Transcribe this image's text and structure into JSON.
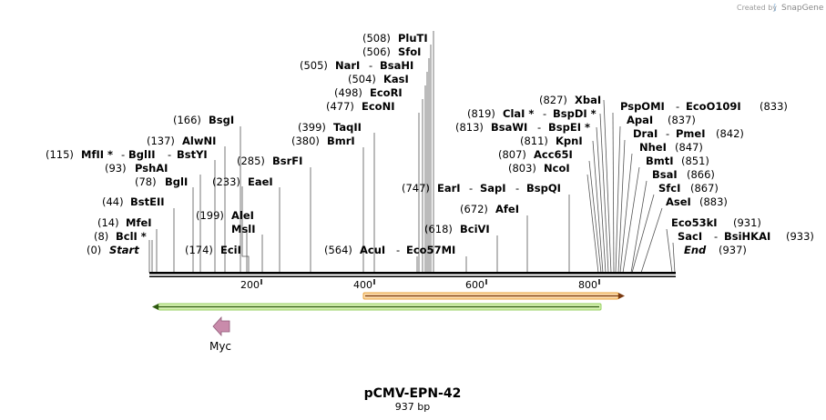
{
  "watermark": {
    "prefix": "Created by",
    "brand": "SnapGene"
  },
  "plasmid": {
    "name": "pCMV-EPN-42",
    "length_label": "937 bp"
  },
  "ruler": {
    "ticks": [
      "200",
      "400",
      "600",
      "800"
    ]
  },
  "features": [
    {
      "name": "Myc",
      "label": "Myc",
      "color": "#c887a8"
    },
    {
      "name": "orange-arrow",
      "label": "",
      "color": "#f2a23c"
    },
    {
      "name": "green-arrow",
      "label": "",
      "color": "#a8d878"
    }
  ],
  "sites": [
    {
      "pos": "(508)",
      "names": [
        "PluTI"
      ]
    },
    {
      "pos": "(506)",
      "names": [
        "SfoI"
      ]
    },
    {
      "pos": "(505)",
      "names": [
        "NarI",
        "BsaHI"
      ]
    },
    {
      "pos": "(504)",
      "names": [
        "KasI"
      ]
    },
    {
      "pos": "(498)",
      "names": [
        "EcoRI"
      ]
    },
    {
      "pos": "(477)",
      "names": [
        "EcoNI"
      ]
    },
    {
      "pos": "(399)",
      "names": [
        "TaqII"
      ]
    },
    {
      "pos": "(380)",
      "names": [
        "BmrI"
      ]
    },
    {
      "pos": "(166)",
      "names": [
        "BsgI"
      ]
    },
    {
      "pos": "(137)",
      "names": [
        "AlwNI"
      ]
    },
    {
      "pos": "(115)",
      "names": [
        "MfII *",
        "BglII",
        "BstYI"
      ]
    },
    {
      "pos": "(93)",
      "names": [
        "PshAI"
      ]
    },
    {
      "pos": "(285)",
      "names": [
        "BsrFI"
      ]
    },
    {
      "pos": "(78)",
      "names": [
        "BglI"
      ]
    },
    {
      "pos": "(233)",
      "names": [
        "EaeI"
      ]
    },
    {
      "pos": "(44)",
      "names": [
        "BstEII"
      ]
    },
    {
      "pos": "(199)",
      "names": [
        "AleI"
      ]
    },
    {
      "pos": "(14)",
      "names": [
        "MfeI"
      ]
    },
    {
      "pos": "",
      "names": [
        "MslI"
      ]
    },
    {
      "pos": "(8)",
      "names": [
        "BclI *"
      ]
    },
    {
      "pos": "(0)",
      "names": [
        "Start"
      ]
    },
    {
      "pos": "(174)",
      "names": [
        "EciI"
      ]
    },
    {
      "pos": "(564)",
      "names": [
        "AcuI",
        "Eco57MI"
      ]
    },
    {
      "pos": "(747)",
      "names": [
        "EarI",
        "SapI",
        "BspQI"
      ]
    },
    {
      "pos": "(672)",
      "names": [
        "AfeI"
      ]
    },
    {
      "pos": "(618)",
      "names": [
        "BciVI"
      ]
    },
    {
      "pos": "(827)",
      "names": [
        "XbaI"
      ]
    },
    {
      "pos": "(819)",
      "names": [
        "ClaI *",
        "BspDI *"
      ]
    },
    {
      "pos": "(813)",
      "names": [
        "BsaWI",
        "BspEI *"
      ]
    },
    {
      "pos": "(811)",
      "names": [
        "KpnI"
      ]
    },
    {
      "pos": "(807)",
      "names": [
        "Acc65I"
      ]
    },
    {
      "pos": "(803)",
      "names": [
        "NcoI"
      ]
    },
    {
      "pos": "(833)",
      "names": [
        "PspOMI",
        "EcoO109I"
      ]
    },
    {
      "pos": "(837)",
      "names": [
        "ApaI"
      ]
    },
    {
      "pos": "(842)",
      "names": [
        "DraI",
        "PmeI"
      ]
    },
    {
      "pos": "(847)",
      "names": [
        "NheI"
      ]
    },
    {
      "pos": "(851)",
      "names": [
        "BmtI"
      ]
    },
    {
      "pos": "(866)",
      "names": [
        "BsaI"
      ]
    },
    {
      "pos": "(867)",
      "names": [
        "SfcI"
      ]
    },
    {
      "pos": "(883)",
      "names": [
        "AseI"
      ]
    },
    {
      "pos": "(931)",
      "names": [
        "Eco53kI"
      ]
    },
    {
      "pos": "(933)",
      "names": [
        "SacI",
        "BsiHKAI"
      ]
    },
    {
      "pos": "(937)",
      "names": [
        "End"
      ]
    }
  ]
}
